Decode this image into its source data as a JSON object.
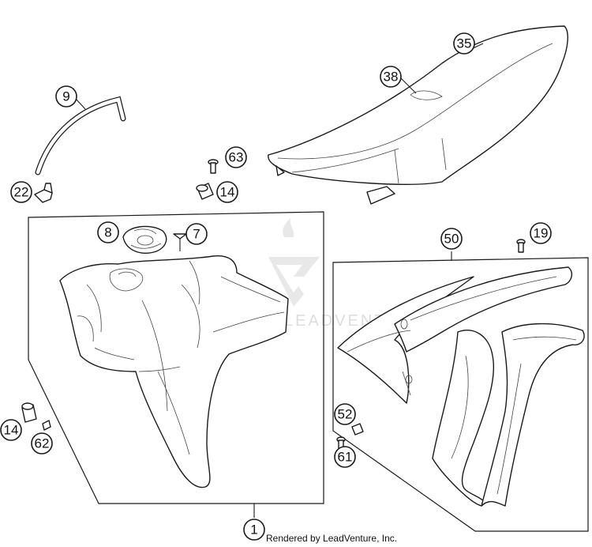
{
  "callouts": [
    {
      "id": "c35",
      "label": "35"
    },
    {
      "id": "c38",
      "label": "38"
    },
    {
      "id": "c9",
      "label": "9"
    },
    {
      "id": "c63",
      "label": "63"
    },
    {
      "id": "c22",
      "label": "22"
    },
    {
      "id": "c14a",
      "label": "14"
    },
    {
      "id": "c8",
      "label": "8"
    },
    {
      "id": "c7",
      "label": "7"
    },
    {
      "id": "c50",
      "label": "50"
    },
    {
      "id": "c19",
      "label": "19"
    },
    {
      "id": "c14b",
      "label": "14"
    },
    {
      "id": "c62",
      "label": "62"
    },
    {
      "id": "c52",
      "label": "52"
    },
    {
      "id": "c61",
      "label": "61"
    },
    {
      "id": "c1",
      "label": "1"
    }
  ],
  "credit": "Rendered by LeadVenture, Inc.",
  "colors": {
    "line": "#1a1a1a",
    "background": "#ffffff",
    "watermark": "#d9d9d9"
  }
}
